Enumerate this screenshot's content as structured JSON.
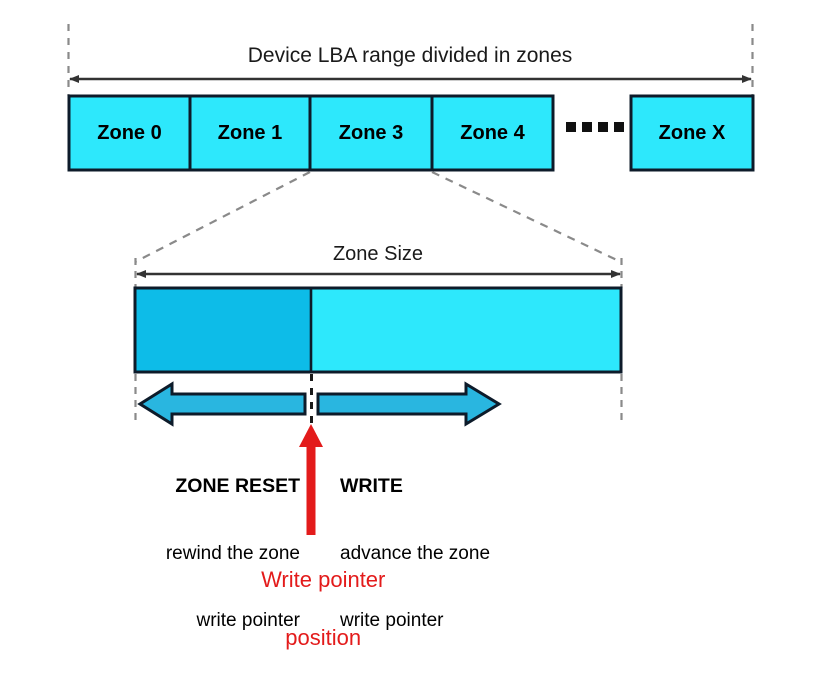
{
  "figure": {
    "title_top": "Device LBA range divided in zones",
    "title_zone": "Zone Size"
  },
  "colors": {
    "zone_fill_light": "#2DE8FC",
    "zone_fill_dark": "#0DBCE8",
    "outline": "#0d1b2a",
    "dash_gray": "#8a8a8a",
    "arrow_dark": "#333333",
    "pointer_red": "#E31B1B",
    "arrow_blue": "#29B6E0"
  },
  "lba_row": {
    "caption": "Device LBA range divided in zones",
    "zones": [
      {
        "label": "Zone 0"
      },
      {
        "label": "Zone 1"
      },
      {
        "label": "Zone 3"
      },
      {
        "label": "Zone 4"
      },
      {
        "label": "Zone X"
      }
    ],
    "ellipsis": "....",
    "ellipsis_dots": 4
  },
  "zone_detail": {
    "caption": "Zone Size",
    "written_fraction_pct": 34,
    "segments": [
      {
        "name": "written",
        "fill": "#0DBCE8"
      },
      {
        "name": "unwritten",
        "fill": "#2DE8FC"
      }
    ]
  },
  "operations": {
    "reset": {
      "title": "ZONE RESET",
      "description_line1": "rewind the zone",
      "description_line2": "write pointer",
      "arrow_direction": "left"
    },
    "write": {
      "title": "WRITE",
      "description_line1": "advance the zone",
      "description_line2": "write pointer",
      "arrow_direction": "right"
    }
  },
  "write_pointer": {
    "label_line1": "Write pointer",
    "label_line2": "position",
    "color": "#E31B1B"
  }
}
